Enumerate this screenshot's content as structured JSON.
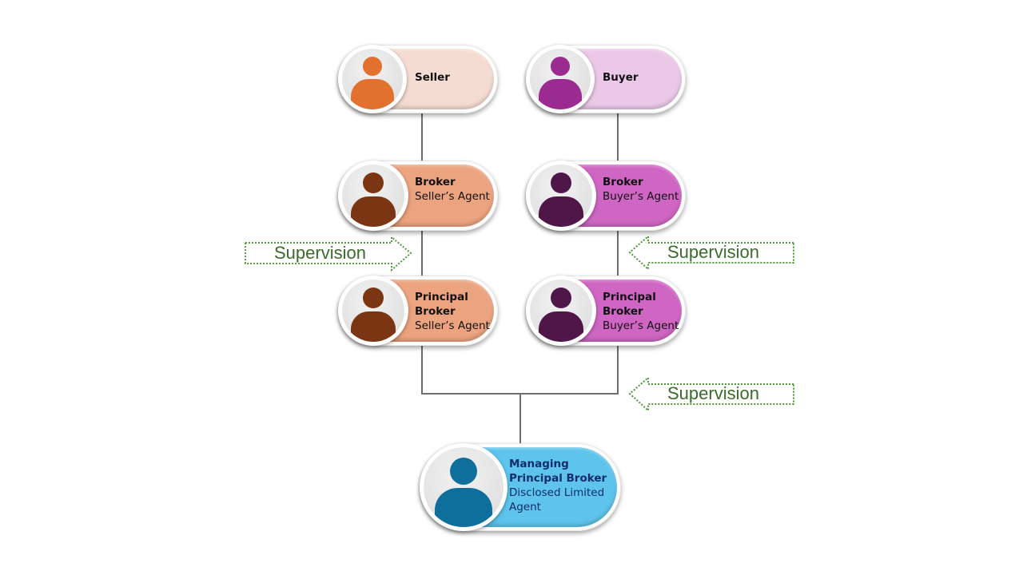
{
  "diagram": {
    "title": "Real estate agency supervision structure",
    "nodes": {
      "seller": {
        "title": "Seller",
        "subtitle": "",
        "fill": "#f5dcd2",
        "icon_color": "#e2712f",
        "text_color": "#111111"
      },
      "buyer": {
        "title": "Buyer",
        "subtitle": "",
        "fill": "#ecc8e8",
        "icon_color": "#9b2a91",
        "text_color": "#111111"
      },
      "seller_broker": {
        "title": "Broker",
        "subtitle": "Seller’s Agent",
        "fill": "#eca37f",
        "icon_color": "#7a3612",
        "text_color": "#111111"
      },
      "buyer_broker": {
        "title": "Broker",
        "subtitle": "Buyer’s Agent",
        "fill": "#d066c4",
        "icon_color": "#4f1648",
        "text_color": "#111111"
      },
      "seller_principal": {
        "title_line1": "Principal",
        "title_line2": "Broker",
        "subtitle": "Seller’s Agent",
        "fill": "#eca37f",
        "icon_color": "#7a3612",
        "text_color": "#111111"
      },
      "buyer_principal": {
        "title_line1": "Principal",
        "title_line2": "Broker",
        "subtitle": "Buyer’s Agent",
        "fill": "#d066c4",
        "icon_color": "#4f1648",
        "text_color": "#111111"
      },
      "managing": {
        "title_line1": "Managing",
        "title_line2": "Principal Broker",
        "subtitle_line1": "Disclosed Limited",
        "subtitle_line2": "Agent",
        "fill": "#5ec4ec",
        "icon_color": "#0e6f9c",
        "text_color": "#0f2d6b"
      }
    },
    "arrows": [
      {
        "label": "Supervision",
        "direction": "right",
        "color": "#4a9a3a"
      },
      {
        "label": "Supervision",
        "direction": "left",
        "color": "#4a9a3a"
      },
      {
        "label": "Supervision",
        "direction": "left",
        "color": "#4a9a3a"
      }
    ],
    "connector_color": "#6e6e6e"
  }
}
